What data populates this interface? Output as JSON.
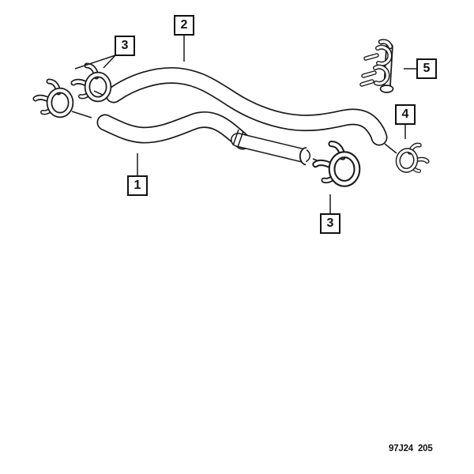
{
  "diagram": {
    "callouts": [
      {
        "id": "callout-1",
        "label": "1"
      },
      {
        "id": "callout-2",
        "label": "2"
      },
      {
        "id": "callout-3-left",
        "label": "3"
      },
      {
        "id": "callout-3-bottom",
        "label": "3"
      },
      {
        "id": "callout-4",
        "label": "4"
      },
      {
        "id": "callout-5",
        "label": "5"
      }
    ],
    "drawing_code": "97J24  205",
    "colors": {
      "background": "#ffffff",
      "line_art": "#1a1a1a"
    },
    "artwork_elements": [
      "upper-hose",
      "lower-hose-with-tube-end",
      "spring-clamp-left-lower",
      "spring-clamp-left-upper",
      "spring-clamp-middle",
      "spring-clamp-right",
      "retainer-clip"
    ]
  }
}
